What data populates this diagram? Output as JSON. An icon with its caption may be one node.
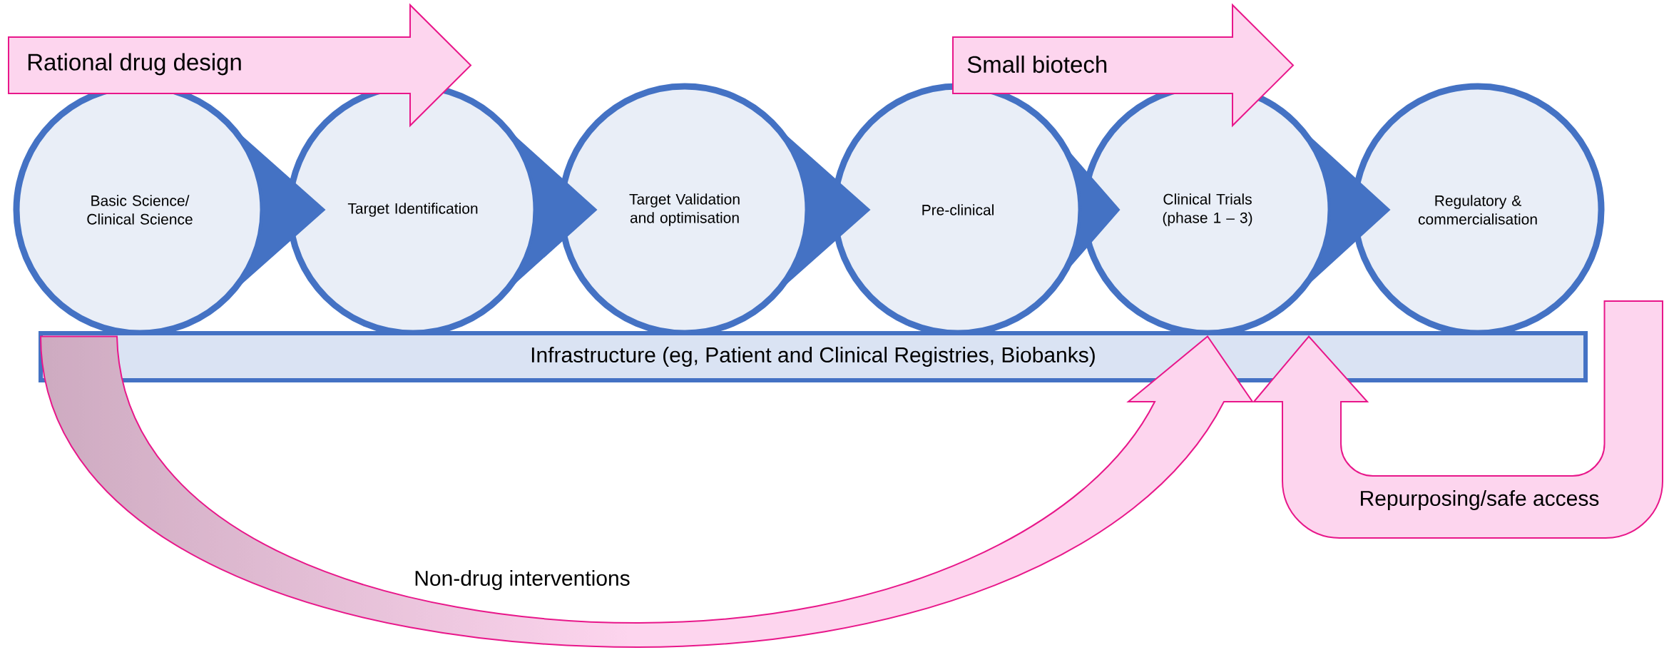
{
  "diagram": {
    "nodes": [
      {
        "text": [
          "Rational drug design"
        ]
      },
      {
        "text": [
          "Small biotech"
        ]
      },
      {
        "text": [
          "Basic Science/ Clinical Science"
        ]
      },
      {
        "text": [
          "Target Identification"
        ]
      },
      {
        "text": [
          "Target Validation and optimisation"
        ]
      },
      {
        "text": [
          "Pre-clinical"
        ]
      },
      {
        "text": [
          "Clinical Trials (phase 1 – 3)"
        ]
      },
      {
        "text": [
          "Regulatory & commercialisation"
        ]
      },
      {
        "text": [
          "Infrastructure (eg, Patient and Clinical Registries, Biobanks)"
        ]
      }
    ],
    "edges": [
      {
        "from": 2,
        "to": 3,
        "arrow": "to"
      },
      {
        "from": 3,
        "to": 4,
        "arrow": "to"
      },
      {
        "from": 4,
        "to": 5,
        "arrow": "to"
      },
      {
        "from": 5,
        "to": 6,
        "arrow": "to"
      },
      {
        "from": 6,
        "to": 7,
        "arrow": "to"
      },
      {
        "from": 2,
        "to": 6,
        "arrow": "to",
        "label": "Non-drug interventions",
        "color": "#fdd5ee"
      },
      {
        "from": 7,
        "to": 6,
        "arrow": "to",
        "label": "Repurposing/safe access",
        "color": "#fdd5ee"
      }
    ]
  }
}
